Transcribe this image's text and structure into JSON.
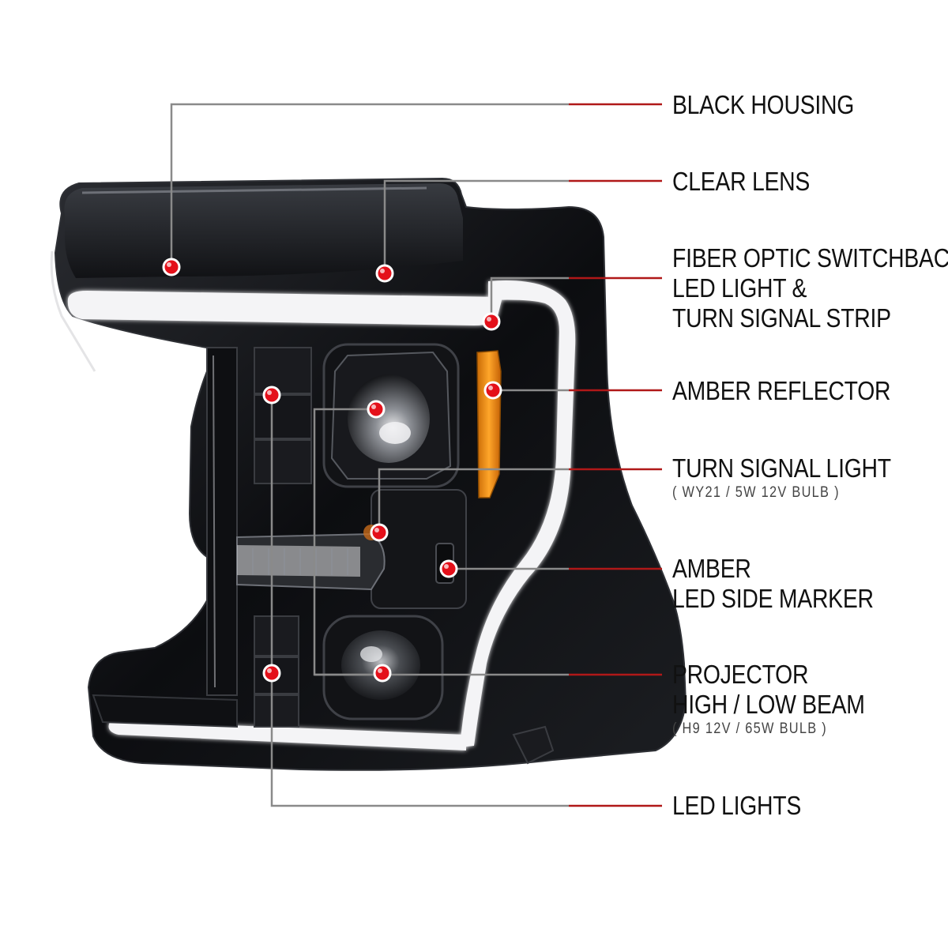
{
  "callouts": [
    {
      "id": "black-housing",
      "lines": [
        "BLACK HOUSING"
      ],
      "spec": ""
    },
    {
      "id": "clear-lens",
      "lines": [
        "CLEAR LENS"
      ],
      "spec": ""
    },
    {
      "id": "fiber-optic",
      "lines": [
        "FIBER OPTIC SWITCHBACK",
        "LED LIGHT &",
        "TURN SIGNAL STRIP"
      ],
      "spec": ""
    },
    {
      "id": "amber-reflector",
      "lines": [
        "AMBER REFLECTOR"
      ],
      "spec": ""
    },
    {
      "id": "turn-signal",
      "lines": [
        "TURN SIGNAL LIGHT"
      ],
      "spec": "( WY21 / 5W 12V  BULB )"
    },
    {
      "id": "side-marker",
      "lines": [
        "AMBER",
        "LED SIDE MARKER"
      ],
      "spec": ""
    },
    {
      "id": "projector",
      "lines": [
        "PROJECTOR",
        "HIGH / LOW BEAM"
      ],
      "spec": "( H9  12V / 65W  BULB )"
    },
    {
      "id": "led-lights",
      "lines": [
        "LED LIGHTS"
      ],
      "spec": ""
    }
  ],
  "colors": {
    "leader_gray": "#8a8a8a",
    "leader_red": "#b01818",
    "dot_red": "#e4101a",
    "housing_black": "#101114",
    "drl_white": "#f4f4f6",
    "amber": "#e8840c"
  }
}
